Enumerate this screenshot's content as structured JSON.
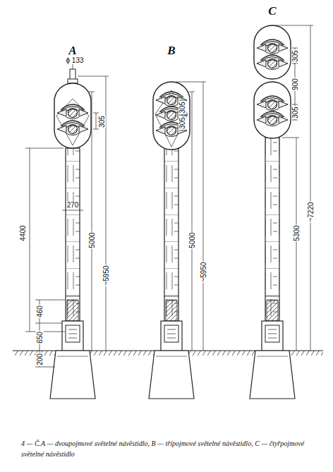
{
  "diagram": {
    "caption": "4 — Č.A — dvoupojmové světelné návěstidlo, B — třípojmové světelné návěstidlo, C — čtyřpojmové světelné návěstidlo",
    "labels": [
      "A",
      "B",
      "C",
      "ϕ 133",
      "305",
      "270",
      "4400",
      "5000",
      "~5950",
      "460",
      "650",
      "200",
      "305",
      "305",
      "5000",
      "~5950",
      "305",
      "900",
      "305",
      "5300",
      "~7220"
    ]
  }
}
